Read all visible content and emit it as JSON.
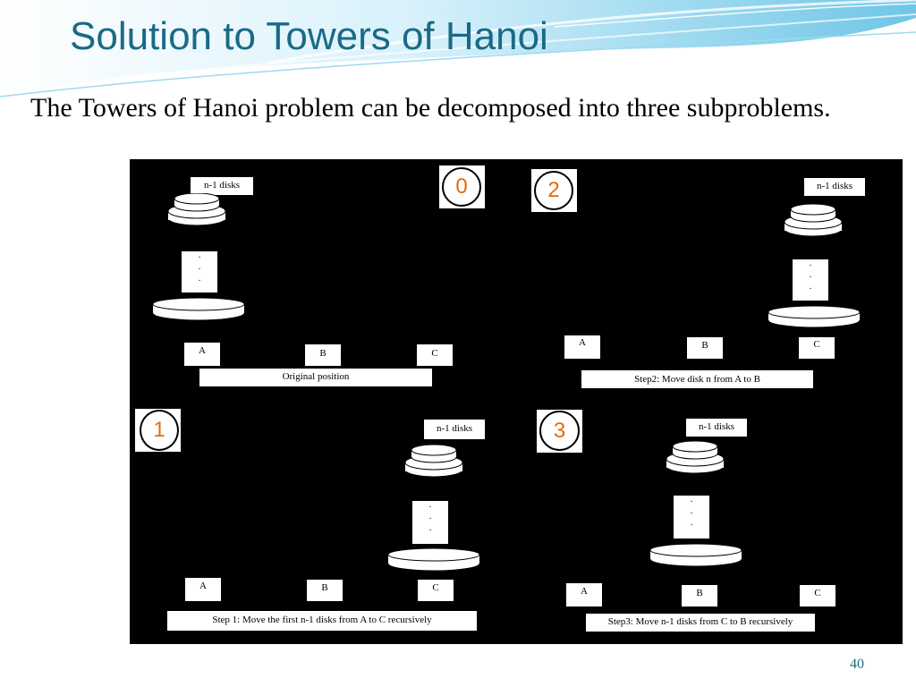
{
  "slide": {
    "title": "Solution to Towers of Hanoi",
    "intro": "The Towers of Hanoi problem can be decomposed into three subproblems.",
    "page_number": "40"
  },
  "diagram": {
    "disks_label": "n-1 disks",
    "dots": "·\n·\n·",
    "peg_labels": [
      "A",
      "B",
      "C"
    ],
    "panels": [
      {
        "number": "0",
        "caption": "Original position"
      },
      {
        "number": "1",
        "caption": "Step 1: Move the first n-1 disks from A to C recursively"
      },
      {
        "number": "2",
        "caption": "Step2: Move disk n from A to B"
      },
      {
        "number": "3",
        "caption": "Step3: Move n-1 disks from C to B recursively"
      }
    ]
  },
  "colors": {
    "title": "#1a6a86",
    "step_number": "#e46c0a",
    "panel_bg": "#000000"
  }
}
